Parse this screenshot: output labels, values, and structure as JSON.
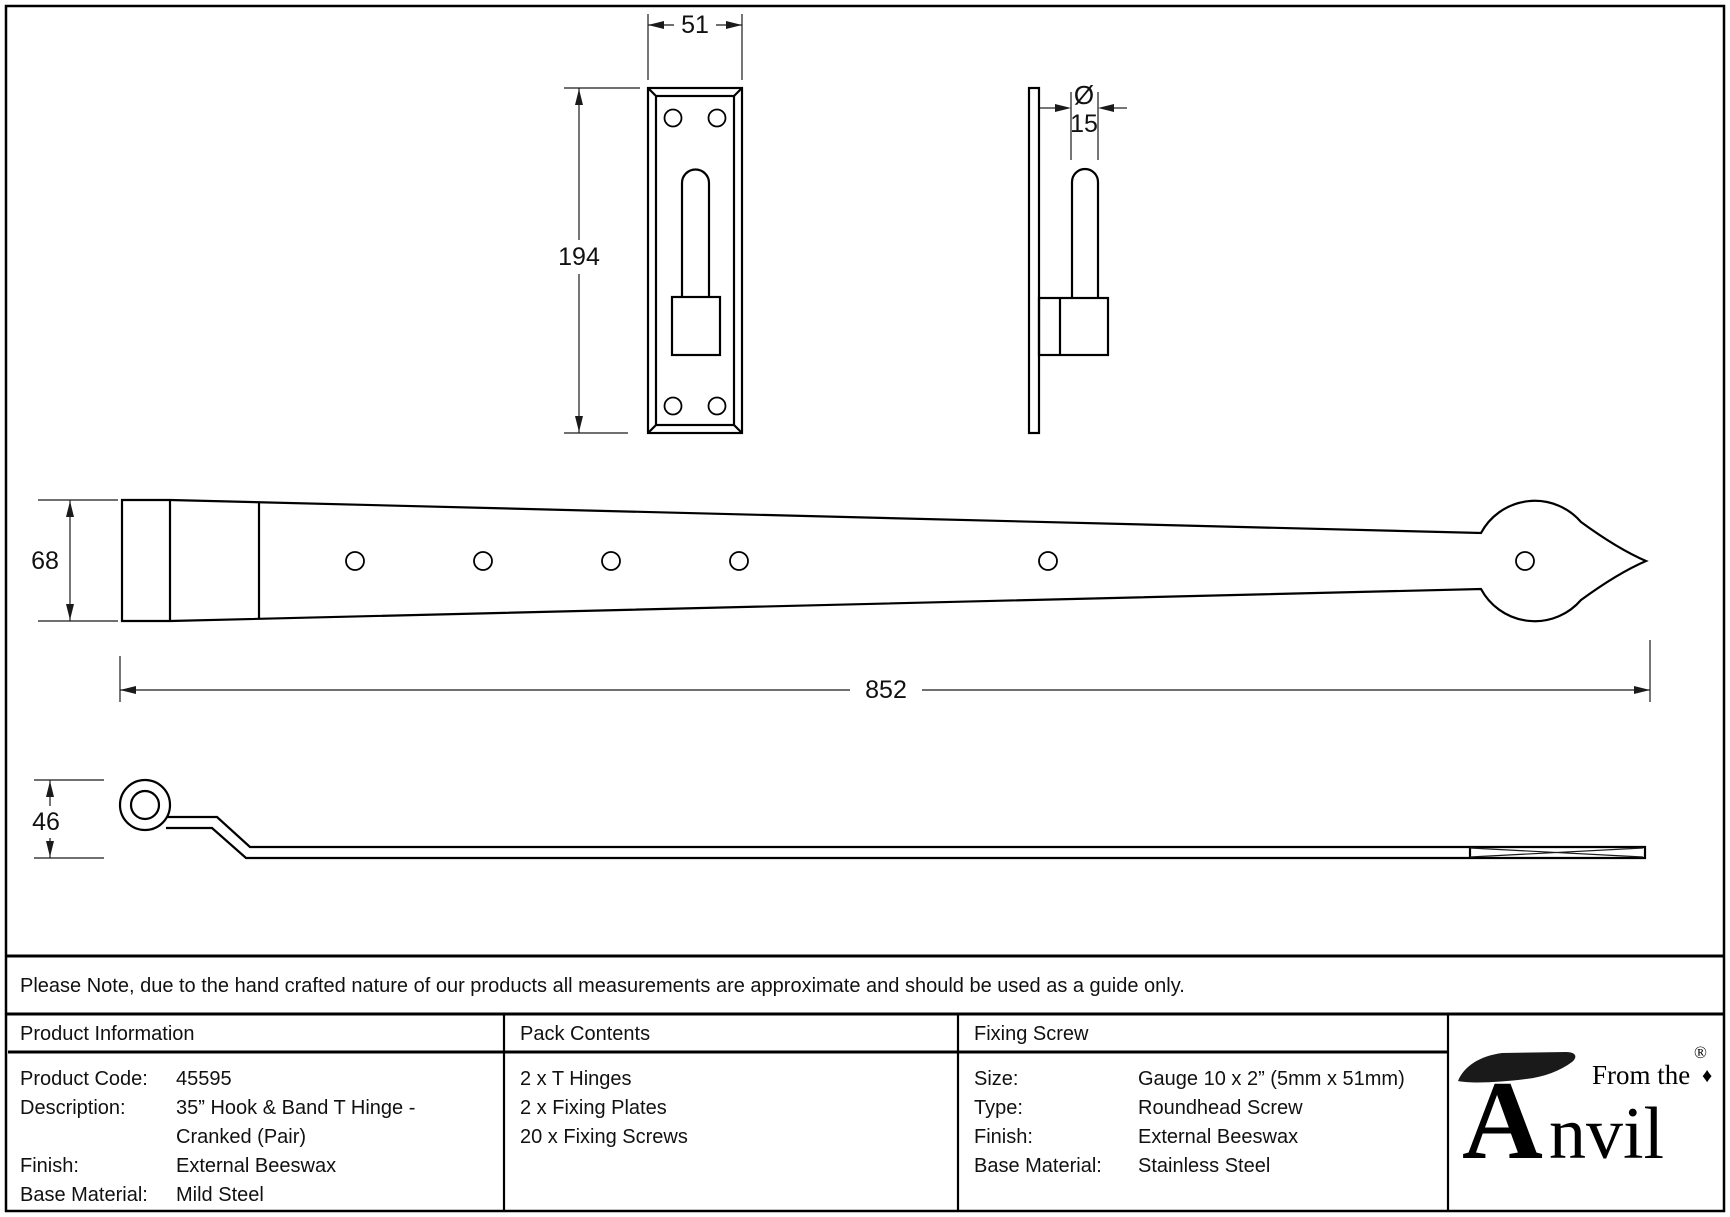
{
  "note": "Please Note, due to the hand crafted nature of our products all measurements are approximate and should be used as a guide only.",
  "dims": {
    "plate_width": "51",
    "plate_height": "194",
    "pin_dia_symbol": "Ø",
    "pin_dia": "15",
    "band_width": "68",
    "band_length": "852",
    "crank_height": "46"
  },
  "table": {
    "product_info": {
      "header": "Product Information",
      "rows": [
        [
          "Product Code:",
          "45595"
        ],
        [
          "Description:",
          "35” Hook & Band T Hinge -"
        ],
        [
          "",
          "Cranked (Pair)"
        ],
        [
          "Finish:",
          "External Beeswax"
        ],
        [
          "Base Material:",
          "Mild Steel"
        ]
      ]
    },
    "pack_contents": {
      "header": "Pack Contents",
      "items": [
        "2 x T Hinges",
        "2 x Fixing Plates",
        "20 x Fixing Screws"
      ]
    },
    "fixing_screw": {
      "header": "Fixing Screw",
      "rows": [
        [
          "Size:",
          "Gauge 10 x 2” (5mm x 51mm)"
        ],
        [
          "Type:",
          "Roundhead Screw"
        ],
        [
          "Finish:",
          "External Beeswax"
        ],
        [
          "Base Material:",
          "Stainless Steel"
        ]
      ]
    }
  },
  "logo": {
    "initial": "A",
    "name": "nvil",
    "tagline": "From the",
    "diamond": "♦",
    "registered": "®"
  }
}
